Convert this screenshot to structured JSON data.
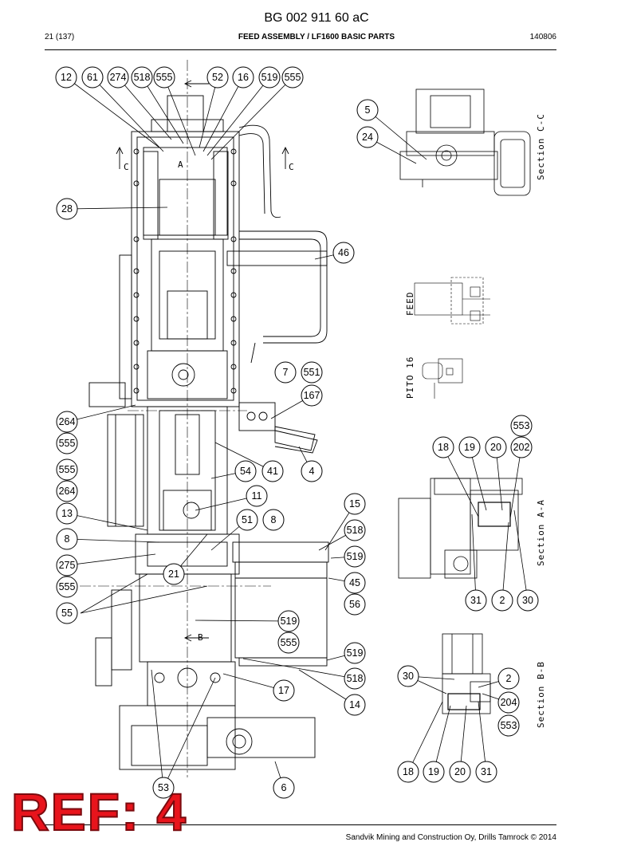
{
  "header": {
    "doc_number": "BG 002 911 60 aC",
    "page": "21 (137)",
    "title": "FEED ASSEMBLY / LF1600 BASIC PARTS",
    "date": "140806"
  },
  "sections": {
    "cc": "Section C-C",
    "aa": "Section A-A",
    "bb": "Section B-B",
    "feed": "FEED",
    "pito": "PITO 16"
  },
  "view_marks": {
    "a": "A",
    "c": "C",
    "b": "B"
  },
  "callouts": {
    "c12": "12",
    "c61": "61",
    "c274": "274",
    "c518a": "518",
    "c555a": "555",
    "c52": "52",
    "c16": "16",
    "c519a": "519",
    "c555b": "555",
    "c5": "5",
    "c24": "24",
    "c28": "28",
    "c46": "46",
    "c7": "7",
    "c551": "551",
    "c167": "167",
    "c264a": "264",
    "c555c": "555",
    "c555d": "555",
    "c264b": "264",
    "c54": "54",
    "c41": "41",
    "c4": "4",
    "c11": "11",
    "c13": "13",
    "c51": "51",
    "c8a": "8",
    "c8b": "8",
    "c275": "275",
    "c21": "21",
    "c555e": "555",
    "c55": "55",
    "c15": "15",
    "c518b": "518",
    "c519b": "519",
    "c45": "45",
    "c56": "56",
    "c519c": "519",
    "c555f": "555",
    "c519d": "519",
    "c518c": "518",
    "c17": "17",
    "c14": "14",
    "c53": "53",
    "c6": "6",
    "c553a": "553",
    "c18a": "18",
    "c19a": "19",
    "c20a": "20",
    "c202": "202",
    "c31a": "31",
    "c2a": "2",
    "c30a": "30",
    "c30b": "30",
    "c2b": "2",
    "c204": "204",
    "c553b": "553",
    "c18b": "18",
    "c19b": "19",
    "c20b": "20",
    "c31b": "31"
  },
  "ref_badge": "REF: 4",
  "footer": "Sandvik Mining and Construction Oy, Drills Tamrock © 2014"
}
